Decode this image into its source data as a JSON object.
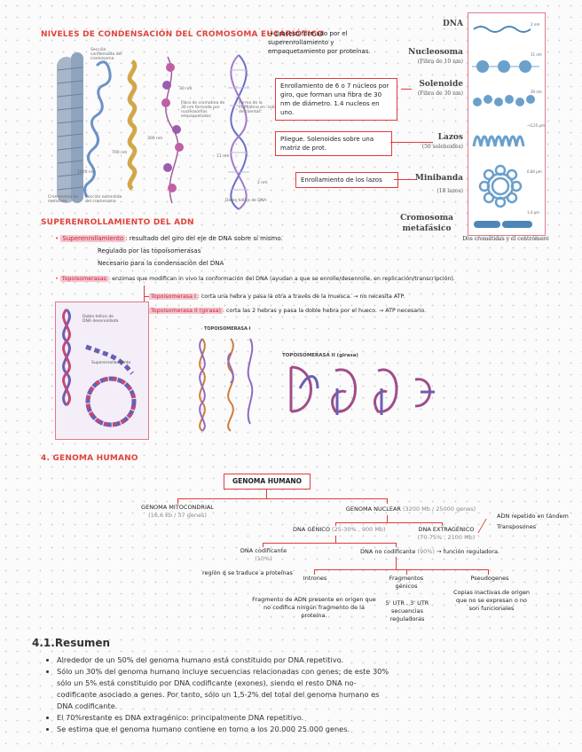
{
  "section1": {
    "title": "Niveles de condensación del cromosoma eucariótico",
    "arrow_note": "→ proceso formado por el superenrollamiento y empaquetamiento por proteínas.",
    "box1": "Enrollamiento de 6 o 7 núcleos por giro, que forman una fibra de 30 nm de diámetro. 1.4 nucleos en uno.",
    "box2": "Pliegue. Solenoides sobre una matriz de prot.",
    "box3": "Enrollamiento de los lazos",
    "fig_labels": {
      "cromosoma_metafase": "Cromosoma en metafase",
      "seccion_condensada": "Sección condensada del cromosoma",
      "seccion_extendida": "Sección extendida del cromosoma",
      "fibra_30nm": "Fibra de cromatina de 30 nm formada por nucleosomas empaquetados",
      "forma_collar": "Forma de la cromatina en 'collar de cuentas'",
      "doble_helice": "Doble hélice de DNA",
      "nm_1400": "1400 nm",
      "nm_700": "700 nm",
      "nm_300": "300 nm",
      "nm_30": "30 nm",
      "nm_11": "11 nm",
      "nm_2": "2 nm"
    }
  },
  "dna_levels": [
    {
      "label": "DNA",
      "sub": ""
    },
    {
      "label": "Nucleosoma",
      "sub": "(Fibra de 10 nm)"
    },
    {
      "label": "Solenoide",
      "sub": "(Fibra de 30 nm)"
    },
    {
      "label": "Lazos",
      "sub": "(50 solenoides)"
    },
    {
      "label": "Minibanda",
      "sub": "(18 lazos)"
    },
    {
      "label": "Cromosoma metafásico",
      "sub": ""
    }
  ],
  "dna_figure_caption": "Dos cromátidas y el centrómero",
  "dna_scale_labels": [
    "2 nm",
    "11 nm",
    "30 nm",
    "~0,25 μm",
    "0,84 μm",
    "1,4 μm"
  ],
  "section2": {
    "title": "Superenrollamiento del ADN",
    "bullet1_key": "Superenrollamiento",
    "bullet1_text": ": resultado del giro del eje de DNA sobre sí mismo.",
    "sub1": "Regulado por las topoisomerasas",
    "sub2": "Necesario para la condensación del DNA",
    "bullet2_key": "Topoisomerasas",
    "bullet2_text": ": enzimas que modifican in vivo la conformación del DNA (ayudan a que se enrolle/desenrolle, en replicación/transcripción).",
    "topo1_key": "Topoisomerasa I",
    "topo1_text": ": corta una hebra y pasa la otra a través de la muesca. → no necesita ATP.",
    "topo2_key": "Topoisomerasa II (girasa)",
    "topo2_text": ": corta las 2 hebras y pasa la doble hebra por el hueco. → ATP necesario.",
    "fig_topo1": "TOPOISOMERASA I",
    "fig_topo2": "TOPOISOMERASA II (girasa)",
    "fig_left_label1": "Doble hélice de DNA desenrollada",
    "fig_left_label2": "Superenrollamiento"
  },
  "section4": {
    "title": "4. Genoma humano",
    "root": "GENOMA HUMANO",
    "mito": "GENOMA MITOCONDRIAL",
    "mito_sub": "(16,6 kb / 37 genes)",
    "nuclear": "GENOMA NUCLEAR",
    "nuclear_sub": "(3200 Mb / 25000 genes)",
    "dna_genico": "DNA GÉNICO",
    "dna_genico_sub": "(25-30% , 900 Mb)",
    "dna_extragenico": "DNA EXTRAGÉNICO",
    "dna_extragenico_sub": "(70-75% , 2100 Mb)",
    "extragenico_note1": "ADN repetido en tándem",
    "extragenico_note2": "Transposones",
    "codificante": "DNA codificante",
    "codificante_sub": "(10%)",
    "codificante_note": "región q se traduce a proteínas",
    "no_codificante": "DNA no codificante",
    "no_codificante_sub": "(90%)",
    "no_codificante_note": "→ función reguladora.",
    "intrones": "Intrones",
    "intrones_note": "Fragmento de ADN presente en origen que no codifica ningún fragmento de la proteína.",
    "fragmentos": "Fragmentos génicos",
    "fragmentos_note": "5' UTR , 3' UTR secuencias reguladoras",
    "pseudogenes": "Pseudogenes",
    "pseudogenes_note": "Copias inactivas de origen que no se expresan o no son funcionales"
  },
  "summary": {
    "title": "4.1.Resumen",
    "items": [
      "Alrededor de un 50% del genoma humano está constituido por DNA repetitivo.",
      "Sólo un 30% del genoma humano incluye secuencias relacionadas con genes; de este 30% sólo un 5% está constituido por DNA codificante (exones), siendo el resto DNA no-codificante asociado a genes. Por tanto, sólo un 1,5-2% del total del genoma humano es DNA codificante.",
      "El 70%restante es DNA extragénico: principalmente DNA repetitivo.",
      "Se estima que el genoma humano contiene en torno a los 20.000 25.000 genes."
    ]
  },
  "colors": {
    "accent_red": "#e0443d",
    "pink_highlight": "#f6c6cf",
    "dna_purple": "#8a7bc2",
    "dna_blue": "#4d86b8"
  }
}
